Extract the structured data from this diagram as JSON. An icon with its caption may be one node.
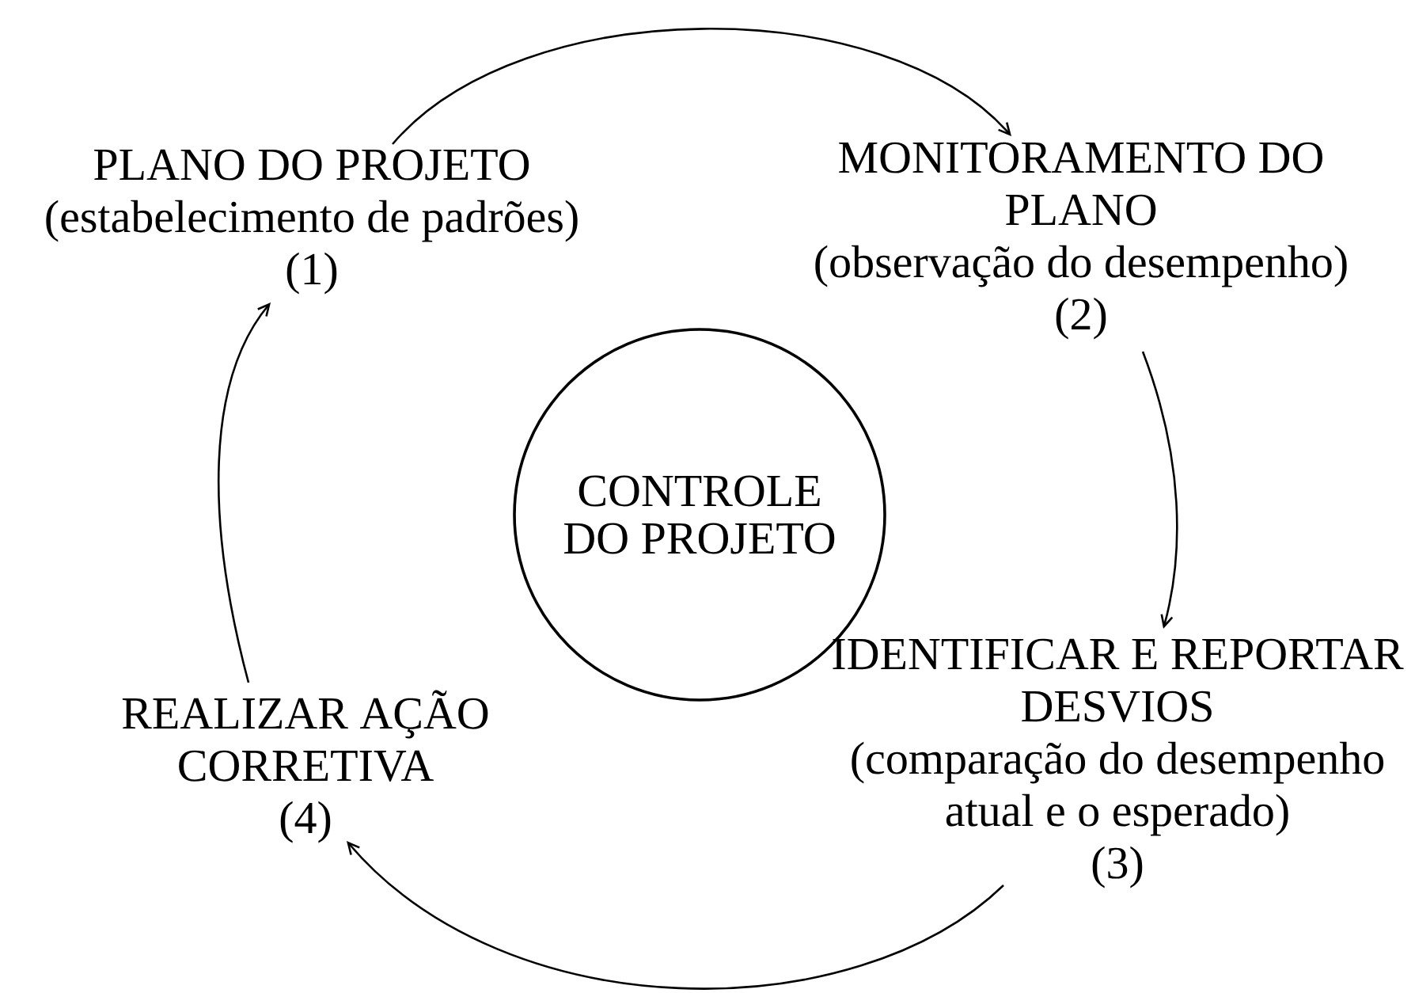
{
  "diagram": {
    "nodes": [
      {
        "text": [
          "PLANO DO PROJETO",
          "(estabelecimento de padrões)",
          "(1)"
        ]
      },
      {
        "text": [
          "MONITORAMENTO DO PLANO",
          "(observação do desempenho)",
          "(2)"
        ]
      },
      {
        "text": [
          "CONTROLE DO PROJETO"
        ]
      },
      {
        "text": [
          "IDENTIFICAR E REPORTAR DESVIOS",
          "(comparação do desempenho atual e o esperado)",
          "(3)"
        ]
      },
      {
        "text": [
          "REALIZAR AÇÃO CORRETIVA",
          "(4)"
        ]
      }
    ],
    "edges": [
      {
        "from": 0,
        "to": 1,
        "arrow": "to"
      },
      {
        "from": 1,
        "to": 3,
        "arrow": "to"
      },
      {
        "from": 3,
        "to": 4,
        "arrow": "to"
      },
      {
        "from": 4,
        "to": 0,
        "arrow": "to"
      }
    ]
  }
}
